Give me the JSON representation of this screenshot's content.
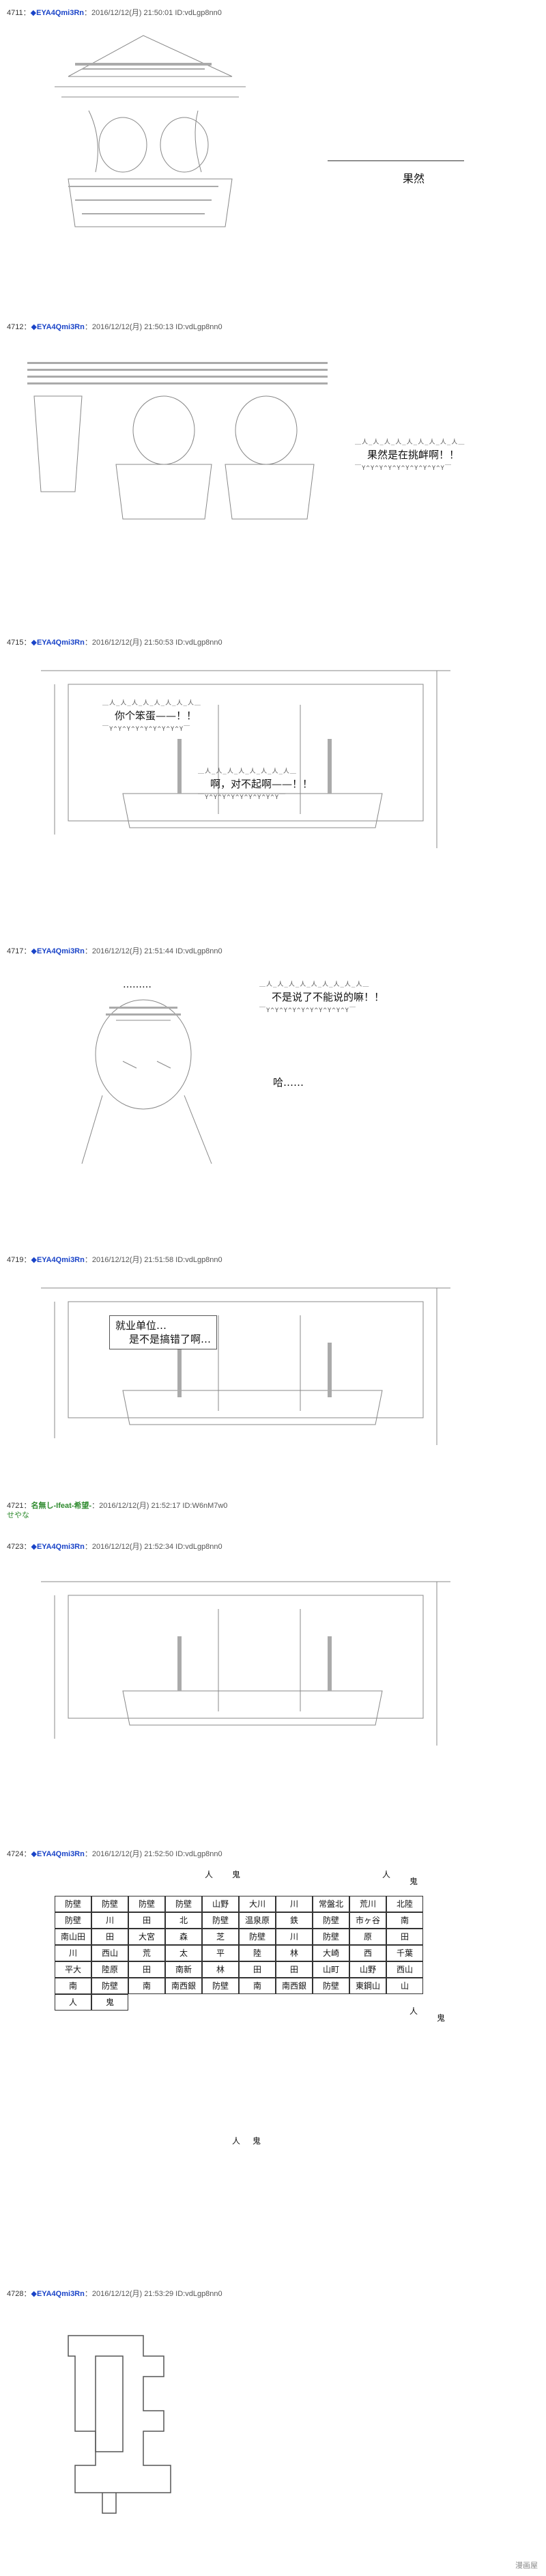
{
  "posts": [
    {
      "num": "4711",
      "sep": "：",
      "name": "◆EYA4Qmi3Rn",
      "meta": "：2016/12/12(月) 21:50:01 ID:vdLgp8nn0",
      "speech": "果然"
    },
    {
      "num": "4712",
      "sep": "：",
      "name": "◆EYA4Qmi3Rn",
      "meta": "：2016/12/12(月) 21:50:13 ID:vdLgp8nn0",
      "shout": "果然是在挑衅啊！！"
    },
    {
      "num": "4715",
      "sep": "：",
      "name": "◆EYA4Qmi3Rn",
      "meta": "：2016/12/12(月) 21:50:53 ID:vdLgp8nn0",
      "shout1": "你个笨蛋——！！",
      "shout2": "啊，对不起啊——！！"
    },
    {
      "num": "4717",
      "sep": "：",
      "name": "◆EYA4Qmi3Rn",
      "meta": "：2016/12/12(月) 21:51:44 ID:vdLgp8nn0",
      "top": "………",
      "shout": "不是说了不能说的嘛！！",
      "speech": "哈……"
    },
    {
      "num": "4719",
      "sep": "：",
      "name": "◆EYA4Qmi3Rn",
      "meta": "：2016/12/12(月) 21:51:58 ID:vdLgp8nn0",
      "balloon1": "就业单位…",
      "balloon2": "是不是搞错了啊…"
    },
    {
      "num": "4721",
      "sep": "：",
      "name": "名無し-Ifeat-希望-",
      "meta": "：2016/12/12(月) 21:52:17 ID:W6nM7w0",
      "text": "せやな"
    },
    {
      "num": "4723",
      "sep": "：",
      "name": "◆EYA4Qmi3Rn",
      "meta": "：2016/12/12(月) 21:52:34 ID:vdLgp8nn0"
    },
    {
      "num": "4724",
      "sep": "：",
      "name": "◆EYA4Qmi3Rn",
      "meta": "：2016/12/12(月) 21:52:50 ID:vdLgp8nn0"
    },
    {
      "num": "4728",
      "sep": "：",
      "name": "◆EYA4Qmi3Rn",
      "meta": "：2016/12/12(月) 21:53:29 ID:vdLgp8nn0"
    }
  ],
  "map": {
    "labels": [
      "人",
      "鬼",
      "人",
      "鬼",
      "人",
      "鬼",
      "人",
      "鬼"
    ],
    "cells": [
      "防壁",
      "防壁",
      "防壁",
      "防壁",
      "山野",
      "大川",
      "川",
      "常盤北",
      "荒川",
      "北陸",
      "防壁",
      "川",
      "田",
      "北",
      "防壁",
      "温泉原",
      "鉄",
      "防壁",
      "市ヶ谷",
      "南",
      "南山田",
      "田",
      "大宮",
      "森",
      "芝",
      "防壁",
      "川",
      "防壁",
      "原",
      "田",
      "川",
      "西山",
      "荒",
      "太",
      "平",
      "陸",
      "林",
      "大崎",
      "西",
      "千葉",
      "平大",
      "陸原",
      "田",
      "南新",
      "林",
      "田",
      "田",
      "山町",
      "山野",
      "西山",
      "南",
      "防壁",
      "南",
      "南西銀",
      "防壁",
      "南",
      "南西銀",
      "防壁",
      "東鋼山",
      "山",
      "人",
      "鬼"
    ]
  },
  "footer": "漫画屋"
}
